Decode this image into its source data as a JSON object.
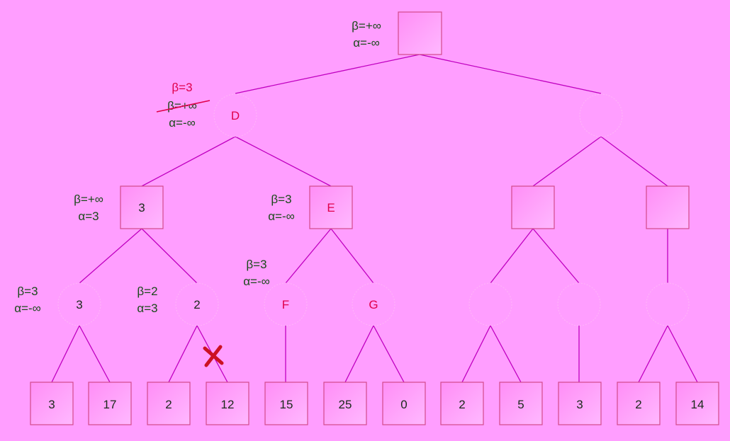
{
  "colors": {
    "background": "#ff9eff",
    "edge": "#c000c0",
    "box_fill": "#ff99ff",
    "box_stroke": "#d24a8a",
    "label_text": "#1a4a1a",
    "red_text": "#e0004a",
    "node_value_text": "#1a2a1a",
    "cross": "#cc1122"
  },
  "nodes": {
    "root": {
      "label": "",
      "beta": "β=+∞",
      "alpha": "α=-∞"
    },
    "D": {
      "label": "D",
      "beta_new": "β=3",
      "beta_old": "β=+∞",
      "alpha": "α=-∞"
    },
    "R2": {
      "label": ""
    },
    "Lmax": {
      "label": "3",
      "beta": "β=+∞",
      "alpha": "α=3"
    },
    "E": {
      "label": "E",
      "beta": "β=3",
      "alpha": "α=-∞"
    },
    "M3": {
      "label": ""
    },
    "M4": {
      "label": ""
    },
    "m1": {
      "label": "3",
      "beta": "β=3",
      "alpha": "α=-∞"
    },
    "m2": {
      "label": "2",
      "beta": "β=2",
      "alpha": "α=3"
    },
    "F": {
      "label": "F",
      "beta": "β=3",
      "alpha": "α=-∞"
    },
    "G": {
      "label": "G"
    },
    "m5": {
      "label": ""
    },
    "m6": {
      "label": ""
    },
    "m7": {
      "label": ""
    }
  },
  "leaves": [
    "3",
    "17",
    "2",
    "12",
    "15",
    "25",
    "0",
    "2",
    "5",
    "3",
    "2",
    "14"
  ]
}
